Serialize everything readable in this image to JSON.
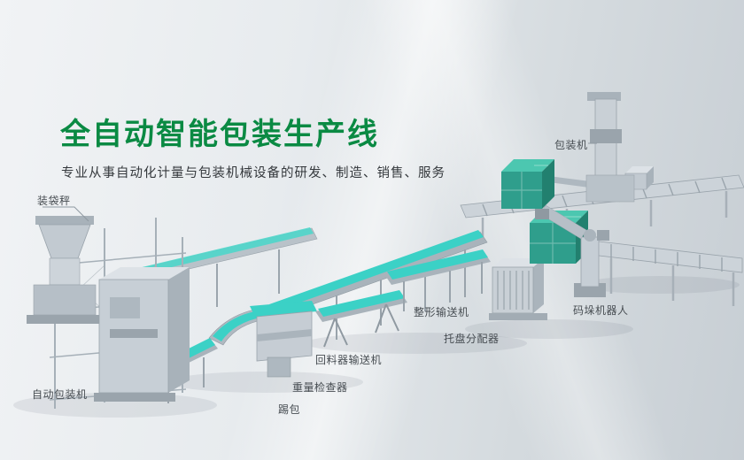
{
  "banner": {
    "title": "全自动智能包装生产线",
    "subtitle": "专业从事自动化计量与包装机械设备的研发、制造、销售、服务"
  },
  "labels": {
    "bagging_scale": "装袋秤",
    "packaging_machine": "包装机",
    "auto_packaging_machine": "自动包装机",
    "bag_kicker": "踢包",
    "weight_checker": "重量检查器",
    "return_feeder_conveyor": "回料器输送机",
    "shaping_conveyor": "整形输送机",
    "pallet_dispenser": "托盘分配器",
    "palletizing_robot": "码垛机器人"
  },
  "colors": {
    "title_green": "#0a8a43",
    "belt_teal": "#3bd1c6",
    "pallet_load_green": "#2f9e8c",
    "machine_gray": "#c7cfd6"
  }
}
